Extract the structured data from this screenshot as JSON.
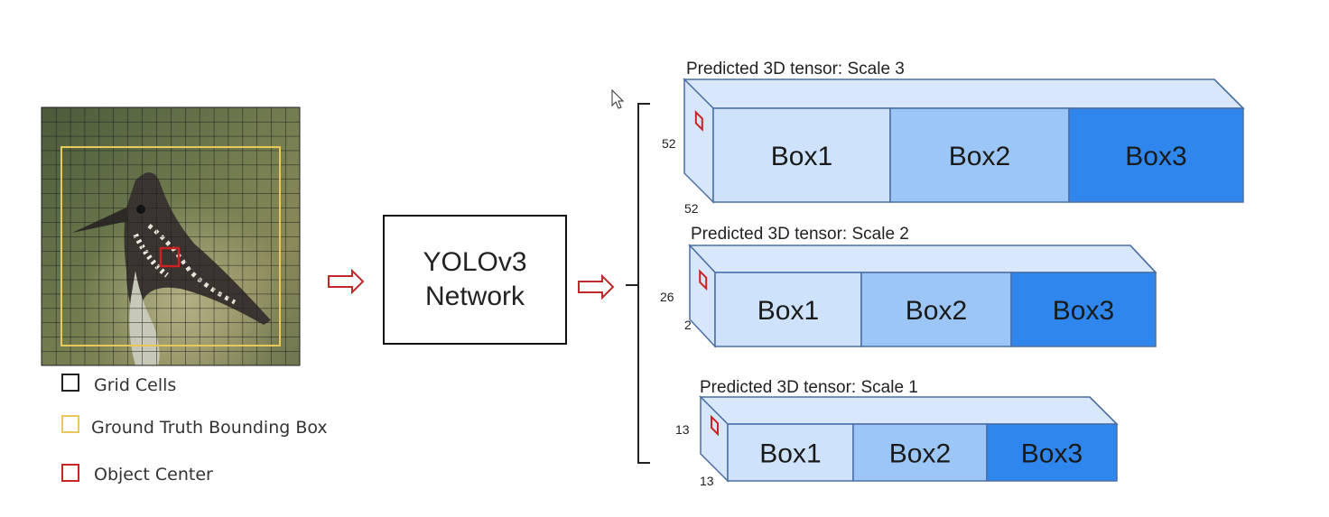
{
  "legend": {
    "grid_cells": "Grid Cells",
    "ground_truth": "Ground Truth Bounding Box",
    "object_center": "Object Center"
  },
  "network": {
    "line1": "YOLOv3",
    "line2": "Network"
  },
  "colors": {
    "grid_cells": "#222222",
    "ground_truth": "#e8c85a",
    "object_center": "#cc2222",
    "arrow": "#c0282b",
    "box1": "#cfe2fb",
    "box2": "#9cc6f6",
    "box3": "#2f86ec",
    "tensor_top": "#d9e7fb",
    "tensor_edge": "#4a6ea6"
  },
  "tensors": [
    {
      "title": "Predicted 3D tensor: Scale 3",
      "dim_side": "52",
      "dim_bottom": "52",
      "boxes": [
        "Box1",
        "Box2",
        "Box3"
      ]
    },
    {
      "title": "Predicted 3D tensor: Scale 2",
      "dim_side": "26",
      "dim_bottom": "2",
      "boxes": [
        "Box1",
        "Box2",
        "Box3"
      ]
    },
    {
      "title": "Predicted 3D tensor: Scale 1",
      "dim_side": "13",
      "dim_bottom": "13",
      "boxes": [
        "Box1",
        "Box2",
        "Box3"
      ]
    }
  ]
}
